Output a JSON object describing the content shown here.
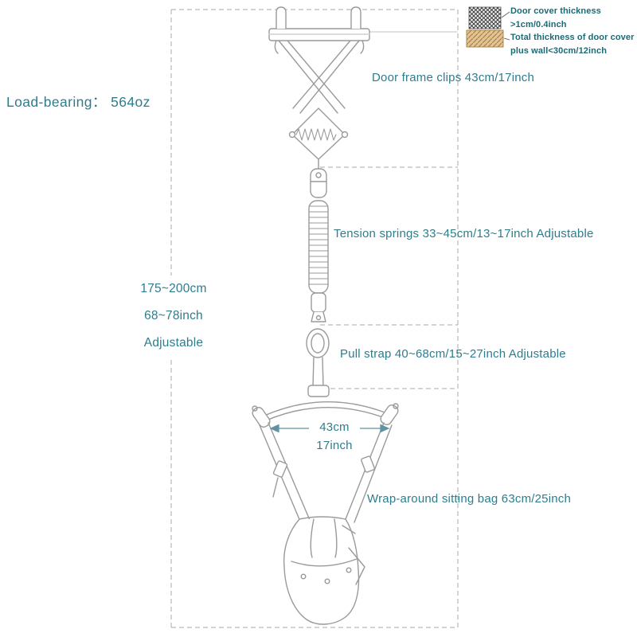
{
  "colors": {
    "accent_teal": "#2e7d8d",
    "note_teal": "#1c6a74",
    "line_gray": "#9a9a9b",
    "dash_gray": "#a9a9a9",
    "wood_tan": "#e3c494"
  },
  "labels": {
    "load_bearing": "Load-bearing：  564oz",
    "door_frame_clips": "Door frame clips 43cm/17inch",
    "tension_springs": "Tension springs 33~45cm/13~17inch Adjustable",
    "pull_strap": "Pull strap 40~68cm/15~27inch Adjustable",
    "sitting_bag": "Wrap-around sitting bag 63cm/25inch",
    "overall": {
      "line1": "175~200cm",
      "line2": "68~78inch",
      "line3": "Adjustable"
    },
    "bar_width": {
      "cm": "43cm",
      "inch": "17inch"
    },
    "door_note": {
      "line1": "Door cover thickness",
      "line2": ">1cm/0.4inch",
      "line3": "Total thickness of door cover",
      "line4": "plus wall<30cm/12inch"
    }
  },
  "icons": {
    "door_cover_icon": "coil-and-wood-cross-section"
  }
}
